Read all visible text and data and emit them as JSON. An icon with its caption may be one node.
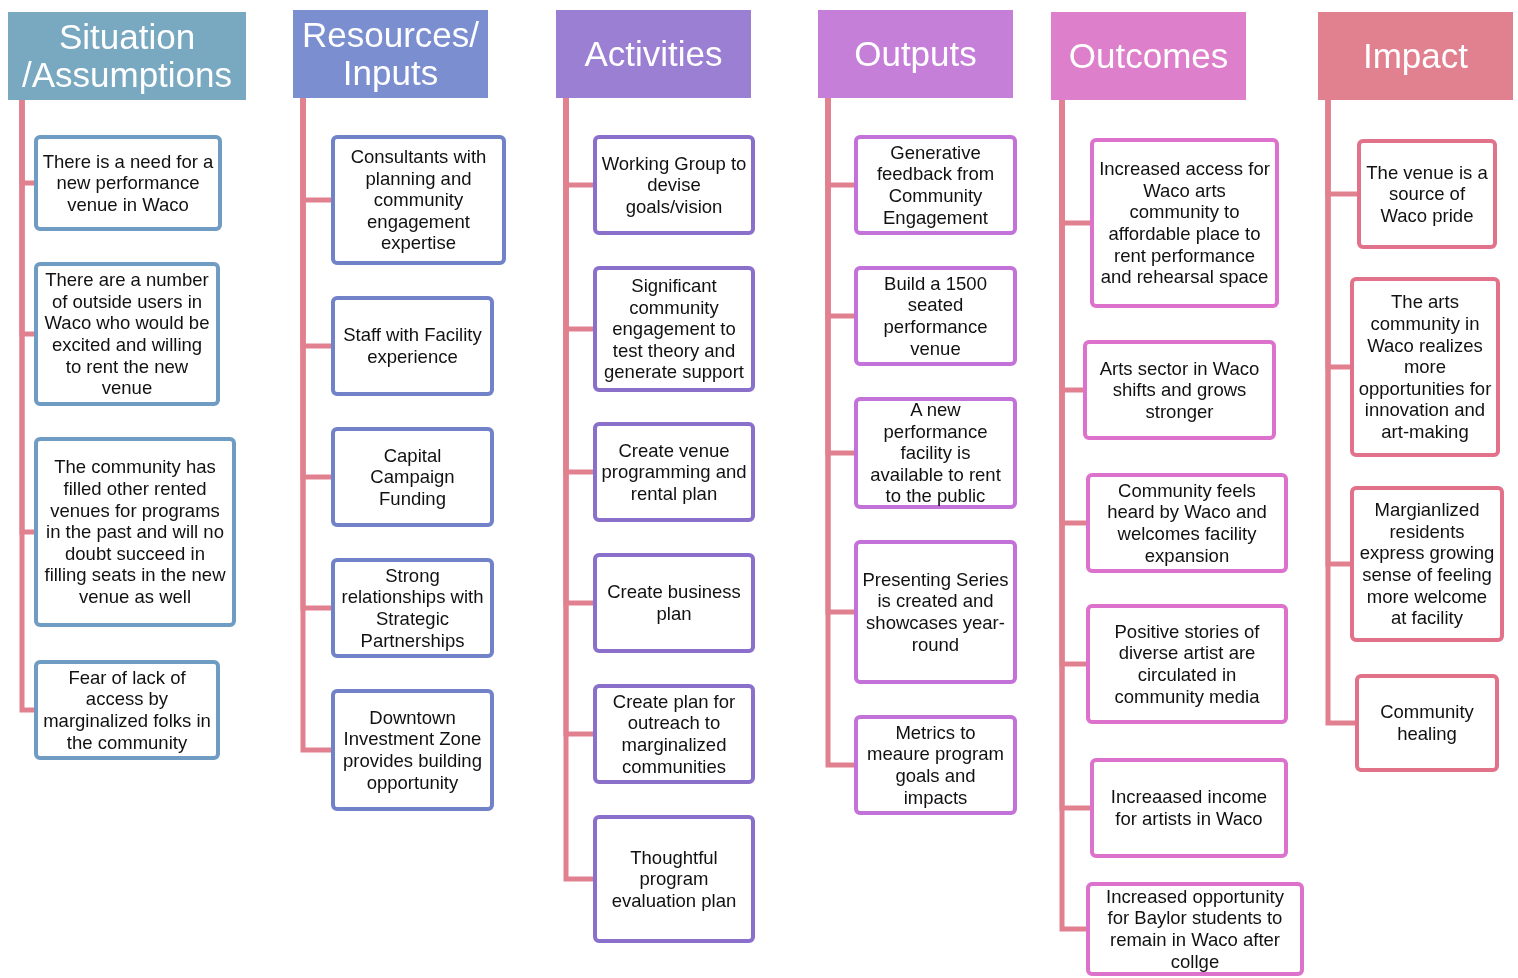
{
  "diagram": {
    "nodes": [
      {
        "text": [
          "Situation /Assumptions"
        ]
      },
      {
        "text": [
          "There is a need for a new performance venue in Waco"
        ]
      },
      {
        "text": [
          "There are a number of outside users in Waco who would be excited and willing to rent the new venue"
        ]
      },
      {
        "text": [
          "The community has filled other rented venues for programs in the past and will no doubt succeed in filling seats in the new venue as well"
        ]
      },
      {
        "text": [
          "Fear of lack of access by marginalized folks in the community"
        ]
      },
      {
        "text": [
          "Resources/ Inputs"
        ]
      },
      {
        "text": [
          "Consultants with planning and community engagement expertise"
        ]
      },
      {
        "text": [
          "Staff with Facility experience"
        ]
      },
      {
        "text": [
          "Capital Campaign Funding"
        ]
      },
      {
        "text": [
          "Strong relationships with Strategic Partnerships"
        ]
      },
      {
        "text": [
          "Downtown Investment Zone provides building opportunity"
        ]
      },
      {
        "text": [
          "Activities"
        ]
      },
      {
        "text": [
          "Working Group to devise goals/vision"
        ]
      },
      {
        "text": [
          "Significant community engagement to test theory and generate support"
        ]
      },
      {
        "text": [
          "Create venue programming and rental plan"
        ]
      },
      {
        "text": [
          "Create business plan"
        ]
      },
      {
        "text": [
          "Create plan for outreach to marginalized communities"
        ]
      },
      {
        "text": [
          "Thoughtful program evaluation plan"
        ]
      },
      {
        "text": [
          "Outputs"
        ]
      },
      {
        "text": [
          "Generative feedback from Community Engagement"
        ]
      },
      {
        "text": [
          "Build a 1500 seated performance venue"
        ]
      },
      {
        "text": [
          "A new performance facility is available to rent to the public"
        ]
      },
      {
        "text": [
          "Presenting Series is created and showcases year-round"
        ]
      },
      {
        "text": [
          "Metrics to meaure program goals and impacts"
        ]
      },
      {
        "text": [
          "Outcomes"
        ]
      },
      {
        "text": [
          "Increased access for Waco arts community to affordable place to rent performance and rehearsal space"
        ]
      },
      {
        "text": [
          "Arts sector in Waco shifts and grows stronger"
        ]
      },
      {
        "text": [
          "Community feels heard by Waco and welcomes facility expansion"
        ]
      },
      {
        "text": [
          "Positive stories of diverse artist are circulated in community media"
        ]
      },
      {
        "text": [
          "Increaased income for artists in Waco"
        ]
      },
      {
        "text": [
          "Increased opportunity for Baylor students to remain in Waco after collge"
        ]
      },
      {
        "text": [
          "Impact"
        ]
      },
      {
        "text": [
          "The venue is a source of Waco pride"
        ]
      },
      {
        "text": [
          "The arts community in Waco realizes more opportunities for innovation and art-making"
        ]
      },
      {
        "text": [
          "Margianlized residents express growing sense of feeling more welcome at facility"
        ]
      },
      {
        "text": [
          "Community healing"
        ]
      }
    ],
    "edges": [
      {
        "from": 0,
        "to": 1,
        "arrow": "none"
      },
      {
        "from": 0,
        "to": 2,
        "arrow": "none"
      },
      {
        "from": 0,
        "to": 3,
        "arrow": "none"
      },
      {
        "from": 0,
        "to": 4,
        "arrow": "none"
      },
      {
        "from": 5,
        "to": 6,
        "arrow": "none"
      },
      {
        "from": 5,
        "to": 7,
        "arrow": "none"
      },
      {
        "from": 5,
        "to": 8,
        "arrow": "none"
      },
      {
        "from": 5,
        "to": 9,
        "arrow": "none"
      },
      {
        "from": 5,
        "to": 10,
        "arrow": "none"
      },
      {
        "from": 11,
        "to": 12,
        "arrow": "none"
      },
      {
        "from": 11,
        "to": 13,
        "arrow": "none"
      },
      {
        "from": 11,
        "to": 14,
        "arrow": "none"
      },
      {
        "from": 11,
        "to": 15,
        "arrow": "none"
      },
      {
        "from": 11,
        "to": 16,
        "arrow": "none"
      },
      {
        "from": 11,
        "to": 17,
        "arrow": "none"
      },
      {
        "from": 18,
        "to": 19,
        "arrow": "none"
      },
      {
        "from": 18,
        "to": 20,
        "arrow": "none"
      },
      {
        "from": 18,
        "to": 21,
        "arrow": "none"
      },
      {
        "from": 18,
        "to": 22,
        "arrow": "none"
      },
      {
        "from": 18,
        "to": 23,
        "arrow": "none"
      },
      {
        "from": 24,
        "to": 25,
        "arrow": "none"
      },
      {
        "from": 24,
        "to": 26,
        "arrow": "none"
      },
      {
        "from": 24,
        "to": 27,
        "arrow": "none"
      },
      {
        "from": 24,
        "to": 28,
        "arrow": "none"
      },
      {
        "from": 24,
        "to": 29,
        "arrow": "none"
      },
      {
        "from": 24,
        "to": 30,
        "arrow": "none"
      },
      {
        "from": 31,
        "to": 32,
        "arrow": "none"
      },
      {
        "from": 31,
        "to": 33,
        "arrow": "none"
      },
      {
        "from": 31,
        "to": 34,
        "arrow": "none"
      },
      {
        "from": 31,
        "to": 35,
        "arrow": "none"
      }
    ]
  }
}
